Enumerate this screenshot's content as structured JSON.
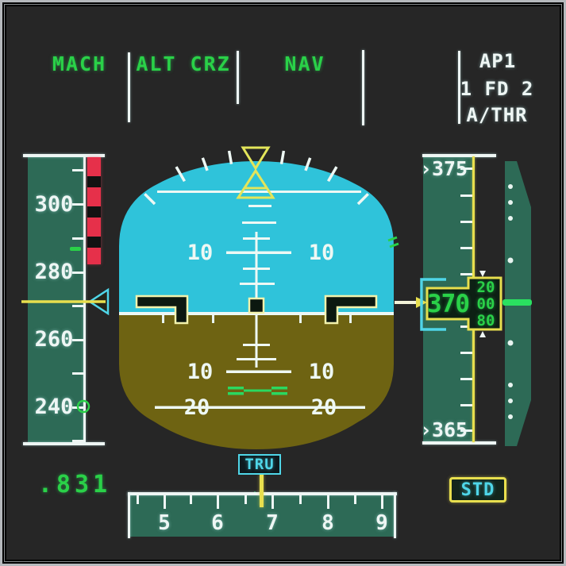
{
  "fma": {
    "speed_mode": "MACH",
    "vertical_mode": "ALT CRZ",
    "lateral_mode": "NAV",
    "ap_status": "AP1",
    "fd_status": "1 FD 2",
    "athr_status": "A/THR"
  },
  "speed_tape": {
    "labels": [
      "300",
      "280",
      "260",
      "240"
    ],
    "mach": ".831"
  },
  "attitude": {
    "pitch_labels": {
      "up10_left": "10",
      "up10_right": "10",
      "down10_left": "10",
      "down10_right": "10",
      "down20_left": "20",
      "down20_right": "20"
    }
  },
  "altitude_tape": {
    "label_arrow": "›",
    "upper_label": "375",
    "lower_label": "365",
    "current_hundreds": "370",
    "drum_above": "20",
    "drum_current": "00",
    "drum_below": "80",
    "baro_mode": "STD"
  },
  "heading_tape": {
    "labels": [
      "5",
      "6",
      "7",
      "8",
      "9"
    ],
    "heading_ref": "TRU"
  },
  "colors": {
    "green": "#2ad148",
    "cyan": "#4fd6e8",
    "yellow": "#e8df4e",
    "red": "#e6304a",
    "white": "#eef6f4",
    "tape_bg": "#2d6a56",
    "sky": "#2fc3da",
    "ground": "#6e6312",
    "background": "#262626"
  }
}
